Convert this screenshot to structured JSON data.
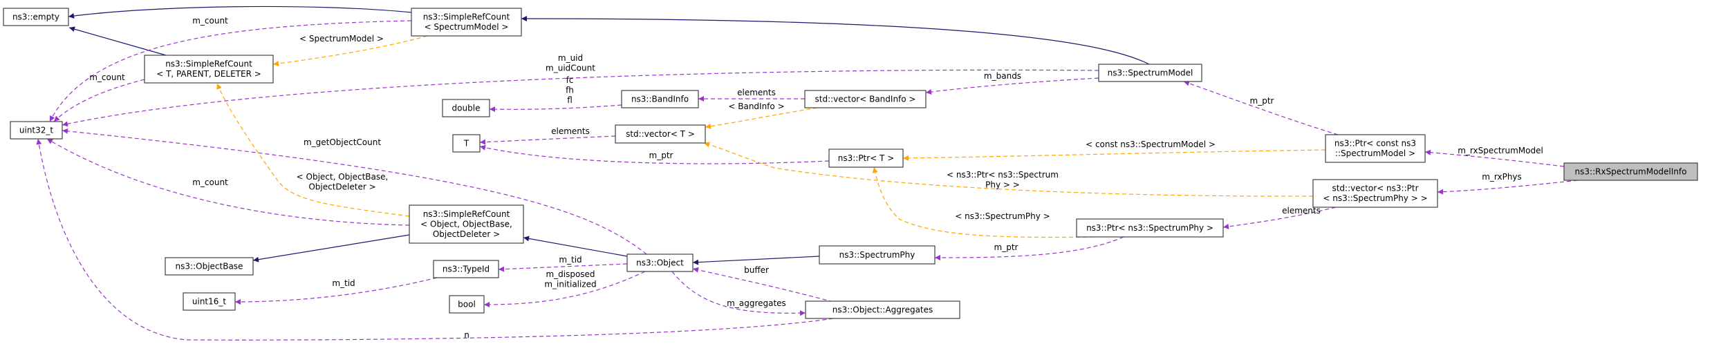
{
  "colors": {
    "inheritance": "#191970",
    "usage": "#9a32cd",
    "template": "#ffa500",
    "highlight_fill": "#bfbfbf",
    "node_border": "#404040"
  },
  "nodes": {
    "empty": {
      "lines": [
        "ns3::empty"
      ]
    },
    "src_sm": {
      "lines": [
        "ns3::SimpleRefCount",
        "< SpectrumModel >"
      ]
    },
    "src_tpd": {
      "lines": [
        "ns3::SimpleRefCount",
        "< T, PARENT, DELETER >"
      ]
    },
    "uint32": {
      "lines": [
        "uint32_t"
      ]
    },
    "spectrum_model": {
      "lines": [
        "ns3::SpectrumModel"
      ]
    },
    "double": {
      "lines": [
        "double"
      ]
    },
    "bandinfo": {
      "lines": [
        "ns3::BandInfo"
      ]
    },
    "vec_bandinfo": {
      "lines": [
        "std::vector< BandInfo >"
      ]
    },
    "T": {
      "lines": [
        "T"
      ]
    },
    "vec_T": {
      "lines": [
        "std::vector< T >"
      ]
    },
    "ptr_T": {
      "lines": [
        "ns3::Ptr< T >"
      ]
    },
    "ptr_const_sm": {
      "lines": [
        "ns3::Ptr< const ns3",
        "::SpectrumModel >"
      ]
    },
    "rx_info": {
      "lines": [
        "ns3::RxSpectrumModelInfo"
      ],
      "highlighted": true
    },
    "vec_ptr_phy": {
      "lines": [
        "std::vector< ns3::Ptr",
        "< ns3::SpectrumPhy > >"
      ]
    },
    "src_obj": {
      "lines": [
        "ns3::SimpleRefCount",
        "< Object, ObjectBase,",
        "ObjectDeleter >"
      ]
    },
    "ptr_phy": {
      "lines": [
        "ns3::Ptr< ns3::SpectrumPhy >"
      ]
    },
    "objectbase": {
      "lines": [
        "ns3::ObjectBase"
      ]
    },
    "spectrumphy": {
      "lines": [
        "ns3::SpectrumPhy"
      ]
    },
    "typeid": {
      "lines": [
        "ns3::TypeId"
      ]
    },
    "object": {
      "lines": [
        "ns3::Object"
      ]
    },
    "uint16": {
      "lines": [
        "uint16_t"
      ]
    },
    "bool": {
      "lines": [
        "bool"
      ]
    },
    "aggregates": {
      "lines": [
        "ns3::Object::Aggregates"
      ]
    }
  },
  "edges": [
    {
      "from": "src_sm",
      "to": "empty",
      "kind": "inheritance",
      "labels": []
    },
    {
      "from": "src_tpd",
      "to": "empty",
      "kind": "inheritance",
      "labels": []
    },
    {
      "from": "spectrum_model",
      "to": "src_sm",
      "kind": "inheritance",
      "labels": []
    },
    {
      "from": "src_sm",
      "to": "uint32",
      "kind": "usage",
      "labels": [
        "m_count"
      ]
    },
    {
      "from": "src_sm",
      "to": "src_tpd",
      "kind": "template",
      "labels": [
        "< SpectrumModel >"
      ]
    },
    {
      "from": "src_tpd",
      "to": "uint32",
      "kind": "usage",
      "labels": [
        "m_count"
      ]
    },
    {
      "from": "spectrum_model",
      "to": "uint32",
      "kind": "usage",
      "labels": [
        "m_uid",
        "m_uidCount"
      ]
    },
    {
      "from": "bandinfo",
      "to": "double",
      "kind": "usage",
      "labels": [
        "fc",
        "fh",
        "fl"
      ]
    },
    {
      "from": "vec_bandinfo",
      "to": "bandinfo",
      "kind": "usage",
      "labels": [
        "elements"
      ]
    },
    {
      "from": "spectrum_model",
      "to": "vec_bandinfo",
      "kind": "usage",
      "labels": [
        "m_bands"
      ]
    },
    {
      "from": "vec_bandinfo",
      "to": "vec_T",
      "kind": "template",
      "labels": [
        "< BandInfo >"
      ]
    },
    {
      "from": "vec_T",
      "to": "T",
      "kind": "usage",
      "labels": [
        "elements"
      ]
    },
    {
      "from": "ptr_T",
      "to": "T",
      "kind": "usage",
      "labels": [
        "m_ptr"
      ]
    },
    {
      "from": "src_obj",
      "to": "src_tpd",
      "kind": "template",
      "labels": [
        "< Object, ObjectBase,",
        "ObjectDeleter >"
      ]
    },
    {
      "from": "src_obj",
      "to": "uint32",
      "kind": "usage",
      "labels": [
        "m_count"
      ]
    },
    {
      "from": "object",
      "to": "uint32",
      "kind": "usage",
      "labels": [
        "m_getObjectCount"
      ]
    },
    {
      "from": "aggregates",
      "to": "uint32",
      "kind": "usage",
      "labels": [
        "n"
      ]
    },
    {
      "from": "object",
      "to": "src_obj",
      "kind": "inheritance",
      "labels": []
    },
    {
      "from": "src_obj",
      "to": "objectbase",
      "kind": "inheritance",
      "labels": []
    },
    {
      "from": "object",
      "to": "typeid",
      "kind": "usage",
      "labels": [
        "m_tid"
      ]
    },
    {
      "from": "typeid",
      "to": "uint16",
      "kind": "usage",
      "labels": [
        "m_tid"
      ]
    },
    {
      "from": "object",
      "to": "bool",
      "kind": "usage",
      "labels": [
        "m_disposed",
        "m_initialized"
      ]
    },
    {
      "from": "spectrumphy",
      "to": "object",
      "kind": "inheritance",
      "labels": []
    },
    {
      "from": "aggregates",
      "to": "object",
      "kind": "usage",
      "labels": [
        "buffer"
      ]
    },
    {
      "from": "object",
      "to": "aggregates",
      "kind": "usage",
      "labels": [
        "m_aggregates"
      ]
    },
    {
      "from": "ptr_phy",
      "to": "spectrumphy",
      "kind": "usage",
      "labels": [
        "m_ptr"
      ]
    },
    {
      "from": "ptr_phy",
      "to": "ptr_T",
      "kind": "template",
      "labels": [
        "< ns3::SpectrumPhy >"
      ]
    },
    {
      "from": "vec_ptr_phy",
      "to": "ptr_phy",
      "kind": "usage",
      "labels": [
        "elements"
      ]
    },
    {
      "from": "vec_ptr_phy",
      "to": "vec_T",
      "kind": "template",
      "labels": [
        "< ns3::Ptr< ns3::Spectrum",
        "Phy > >"
      ]
    },
    {
      "from": "ptr_const_sm",
      "to": "ptr_T",
      "kind": "template",
      "labels": [
        "< const ns3::SpectrumModel >"
      ]
    },
    {
      "from": "ptr_const_sm",
      "to": "spectrum_model",
      "kind": "usage",
      "labels": [
        "m_ptr"
      ]
    },
    {
      "from": "rx_info",
      "to": "ptr_const_sm",
      "kind": "usage",
      "labels": [
        "m_rxSpectrumModel"
      ]
    },
    {
      "from": "rx_info",
      "to": "vec_ptr_phy",
      "kind": "usage",
      "labels": [
        "m_rxPhys"
      ]
    }
  ]
}
